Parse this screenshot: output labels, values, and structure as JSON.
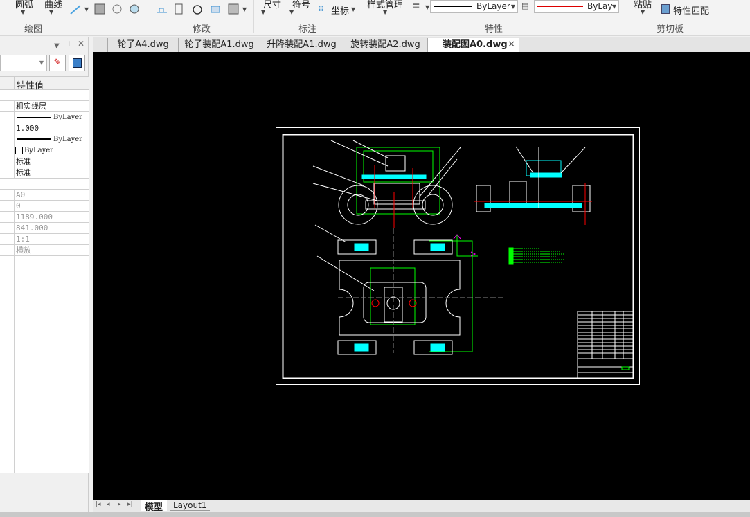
{
  "ribbon": {
    "draw": {
      "arc": "圆弧",
      "curve": "曲线",
      "group": "绘图"
    },
    "modify": {
      "group": "修改"
    },
    "annotate": {
      "dimension": "尺寸",
      "symbol": "符号",
      "coordinate": "坐标",
      "group": "标注"
    },
    "properties": {
      "style_manager": "样式管理",
      "linetype": "ByLayer",
      "color": "ByLayer",
      "group": "特性"
    },
    "clipboard": {
      "paste": "粘贴",
      "match": "特性匹配",
      "group": "剪切板"
    }
  },
  "doc_tabs": [
    {
      "label": "轮子A4.dwg"
    },
    {
      "label": "轮子装配A1.dwg"
    },
    {
      "label": "升降装配A1.dwg"
    },
    {
      "label": "旋转装配A2.dwg"
    },
    {
      "label": "装配图A0.dwg",
      "active": true
    }
  ],
  "panel": {
    "header": "特性值",
    "rows": [
      "",
      "粗实线层",
      "ByLayer",
      "1.000",
      "ByLayer",
      "ByLayer",
      "标准",
      "标准",
      "",
      "A0",
      "0",
      "1189.000",
      "841.000",
      "1:1",
      "横放"
    ]
  },
  "layout_tabs": {
    "model": "模型",
    "layout1": "Layout1"
  }
}
